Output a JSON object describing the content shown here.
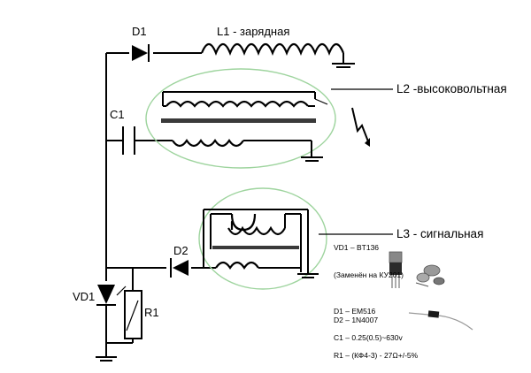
{
  "labels": {
    "d1": "D1",
    "l1": "L1 - зарядная",
    "c1": "C1",
    "l2": "L2 -высоковольтная",
    "l3": "L3 - сигнальная",
    "d2": "D2",
    "vd1": "VD1",
    "r1": "R1"
  },
  "notes": {
    "vd1_part": "VD1 – BT136",
    "replacement": "(Заменён на КУ201)",
    "d1_part": "D1 – EM516",
    "d2_part": "D2 – 1N4007",
    "c1_part": "C1 – 0.25(0.5)~630v",
    "r1_part": "R1 – (КФ4-3) - 27Ω+/-5%"
  },
  "colors": {
    "ellipse": "#9ed49e",
    "wire": "#000000"
  }
}
